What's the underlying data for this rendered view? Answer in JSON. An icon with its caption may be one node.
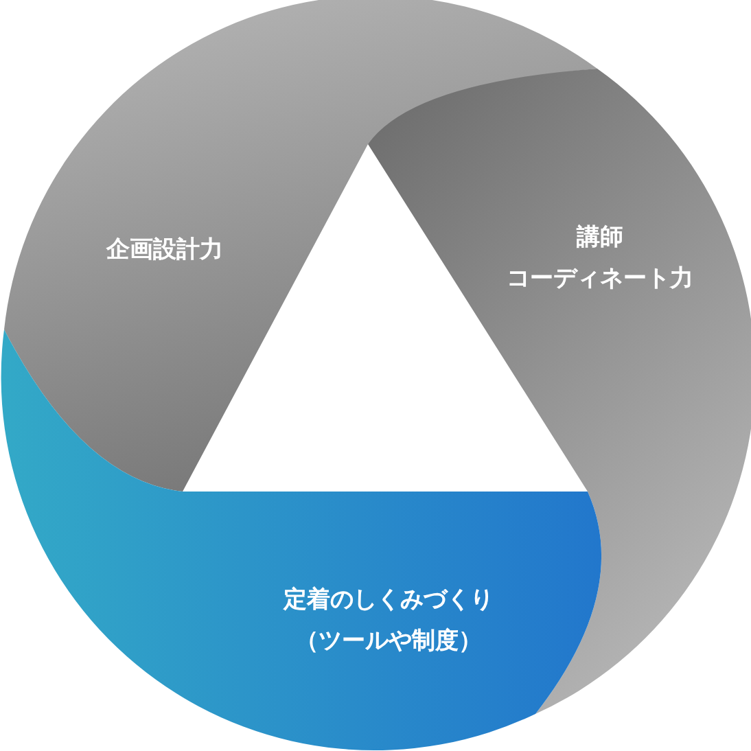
{
  "diagram": {
    "nodes": [
      {
        "text": [
          "企画設計力"
        ]
      },
      {
        "text": [
          "講師",
          "コーディネート力"
        ]
      },
      {
        "text": [
          "定着のしくみづくり",
          "（ツールや制度）"
        ]
      }
    ]
  }
}
